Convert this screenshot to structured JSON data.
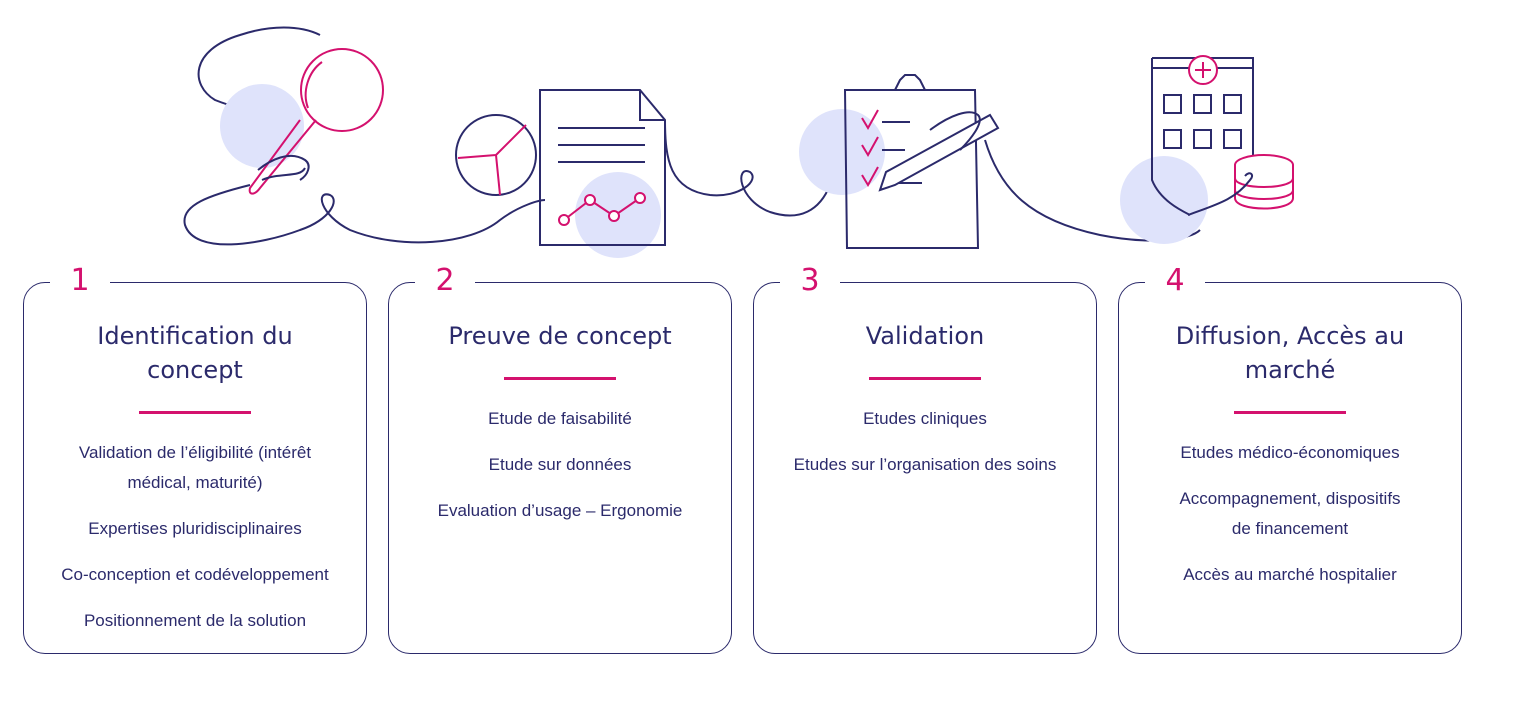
{
  "colors": {
    "navy": "#2b2a6b",
    "magenta": "#d4116e",
    "lavender": "#dfe3fb"
  },
  "illustrations": [
    {
      "icon": "magnifier-hand-icon"
    },
    {
      "icon": "report-chart-icon"
    },
    {
      "icon": "clipboard-pen-icon"
    },
    {
      "icon": "hospital-coins-icon"
    }
  ],
  "steps": [
    {
      "number": "1",
      "title_lines": [
        "Identification du",
        "concept"
      ],
      "items": [
        "Validation de l’éligibilité (intérêt médical, maturité)",
        "Expertises pluridisciplinaires",
        "Co-conception et codéveloppement",
        "Positionnement de la solution"
      ]
    },
    {
      "number": "2",
      "title_lines": [
        "Preuve de concept"
      ],
      "items": [
        "Etude de faisabilité",
        "Etude sur données",
        "Evaluation d’usage – Ergonomie"
      ]
    },
    {
      "number": "3",
      "title_lines": [
        "Validation"
      ],
      "items": [
        "Etudes cliniques",
        "Etudes sur l’organisation des soins"
      ]
    },
    {
      "number": "4",
      "title_lines": [
        "Diffusion, Accès au",
        "marché"
      ],
      "items": [
        "Etudes médico-économiques",
        "Accompagnement, dispositifs de financement",
        "Accès au marché hospitalier"
      ]
    }
  ]
}
